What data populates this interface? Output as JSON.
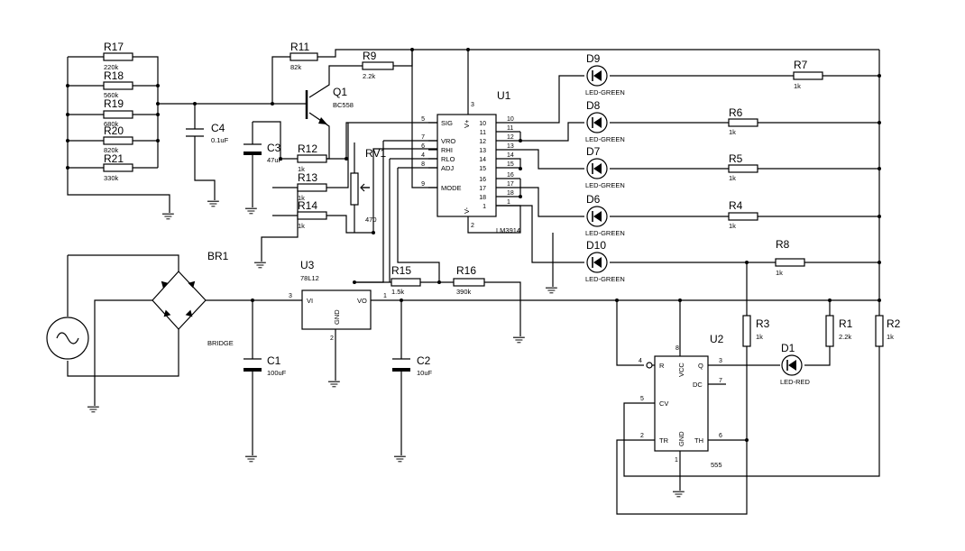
{
  "resistors": [
    {
      "ref": "R17",
      "value": "220k"
    },
    {
      "ref": "R18",
      "value": "560k"
    },
    {
      "ref": "R19",
      "value": "680k"
    },
    {
      "ref": "R20",
      "value": "820k"
    },
    {
      "ref": "R21",
      "value": "330k"
    },
    {
      "ref": "R11",
      "value": "82k"
    },
    {
      "ref": "R9",
      "value": "2.2k"
    },
    {
      "ref": "R12",
      "value": "1k"
    },
    {
      "ref": "R13",
      "value": "1k"
    },
    {
      "ref": "R14",
      "value": "1k"
    },
    {
      "ref": "R15",
      "value": "1.5k"
    },
    {
      "ref": "R16",
      "value": "390k"
    },
    {
      "ref": "R7",
      "value": "1k"
    },
    {
      "ref": "R6",
      "value": "1k"
    },
    {
      "ref": "R5",
      "value": "1k"
    },
    {
      "ref": "R4",
      "value": "1k"
    },
    {
      "ref": "R8",
      "value": "1k"
    },
    {
      "ref": "R3",
      "value": "1k"
    },
    {
      "ref": "R1",
      "value": "2.2k"
    },
    {
      "ref": "R2",
      "value": "1k"
    }
  ],
  "potentiometer": {
    "ref": "RV1",
    "value": "470"
  },
  "capacitors": [
    {
      "ref": "C4",
      "value": "0.1uF"
    },
    {
      "ref": "C3",
      "value": "47uF"
    },
    {
      "ref": "C1",
      "value": "100uF"
    },
    {
      "ref": "C2",
      "value": "10uF"
    }
  ],
  "transistor": {
    "ref": "Q1",
    "value": "BC558"
  },
  "bridge": {
    "ref": "BR1",
    "value": "BRIDGE"
  },
  "regulator": {
    "ref": "U3",
    "value": "78L12",
    "pins": {
      "in": "VI",
      "out": "VO",
      "gnd": "GND",
      "in_num": "3",
      "out_num": "1",
      "gnd_num": "2"
    }
  },
  "leds": [
    {
      "ref": "D9",
      "value": "LED-GREEN"
    },
    {
      "ref": "D8",
      "value": "LED-GREEN"
    },
    {
      "ref": "D7",
      "value": "LED-GREEN"
    },
    {
      "ref": "D6",
      "value": "LED-GREEN"
    },
    {
      "ref": "D10",
      "value": "LED-GREEN"
    },
    {
      "ref": "D1",
      "value": "LED-RED"
    }
  ],
  "u1": {
    "ref": "U1",
    "value": "LM3914",
    "left_pins": [
      {
        "name": "SIG",
        "num": "5"
      },
      {
        "name": "VRO",
        "num": "7"
      },
      {
        "name": "RHI",
        "num": "6"
      },
      {
        "name": "RLO",
        "num": "4"
      },
      {
        "name": "ADJ",
        "num": "8"
      },
      {
        "name": "MODE",
        "num": "9"
      }
    ],
    "right_pins": [
      "10",
      "11",
      "12",
      "13",
      "14",
      "15",
      "16",
      "17",
      "18",
      "1"
    ],
    "vplus_label": "V+",
    "vplus_num": "3",
    "vminus_label": "V-",
    "vminus_num": "2"
  },
  "u2": {
    "ref": "U2",
    "value": "555",
    "pins": {
      "r": "R",
      "r_num": "4",
      "cv": "CV",
      "cv_num": "5",
      "tr": "TR",
      "tr_num": "2",
      "vcc": "VCC",
      "vcc_num": "8",
      "gnd": "GND",
      "gnd_num": "1",
      "q": "Q",
      "q_num": "3",
      "dc": "DC",
      "dc_num": "7",
      "th": "TH",
      "th_num": "6"
    }
  }
}
